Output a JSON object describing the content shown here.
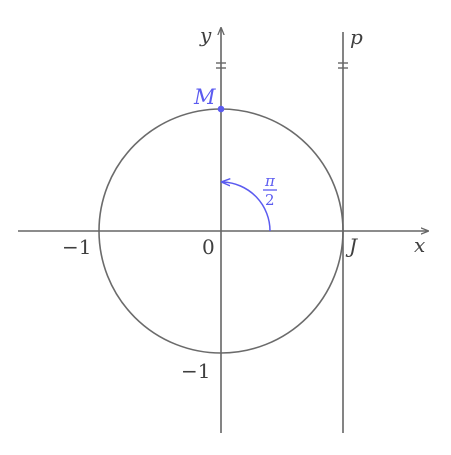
{
  "diagram": {
    "axis_x_label": "x",
    "axis_y_label": "y",
    "line_label": "p",
    "point_M_label": "M",
    "point_J_label": "J",
    "origin_label": "0",
    "minus_one_x_label": "−1",
    "minus_one_y_label": "−1",
    "angle_numerator": "π",
    "angle_denominator": "2",
    "colors": {
      "axis": "#666666",
      "circle": "#6b6b6b",
      "accent": "#5b5bf0",
      "text": "#3f3f3f"
    }
  }
}
